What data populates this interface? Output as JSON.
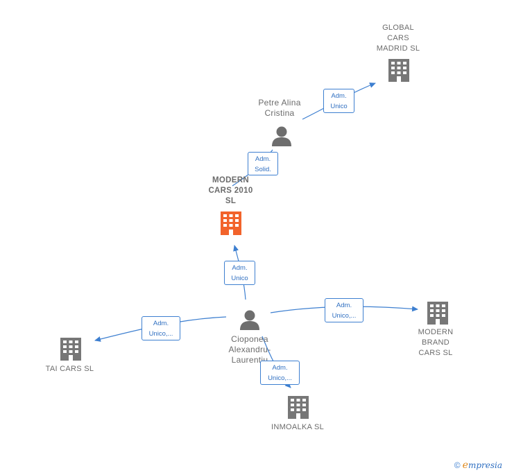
{
  "nodes": {
    "global_cars": {
      "label": "GLOBAL\nCARS\nMADRID  SL",
      "kind": "company"
    },
    "petre": {
      "label": "Petre Alina\nCristina",
      "kind": "person"
    },
    "modern_cars_2010": {
      "label": "MODERN\nCARS 2010\nSL",
      "kind": "company",
      "focus": true
    },
    "cioponea": {
      "label": "Cioponea\nAlexandru-\nLaurentiu",
      "kind": "person"
    },
    "modern_brand": {
      "label": "MODERN\nBRAND\nCARS  SL",
      "kind": "company"
    },
    "tai_cars": {
      "label": "TAI CARS  SL",
      "kind": "company"
    },
    "inmoalka": {
      "label": "INMOALKA  SL",
      "kind": "company"
    }
  },
  "edges": {
    "petre_global": {
      "label": "Adm.\nUnico"
    },
    "modern_petre": {
      "label": "Adm.\nSolid."
    },
    "cioponea_modern": {
      "label": "Adm.\nUnico"
    },
    "cioponea_brand": {
      "label": "Adm.\nUnico,..."
    },
    "cioponea_tai": {
      "label": "Adm.\nUnico,..."
    },
    "cioponea_inmoalka": {
      "label": "Adm.\nUnico,..."
    }
  },
  "colors": {
    "company": "#777777",
    "focus": "#f2632b",
    "person": "#6e6e6e",
    "edge": "#3d7fd0"
  },
  "footer": {
    "copyright": "©",
    "brand_initial": "e",
    "brand_rest": "mpresia"
  }
}
